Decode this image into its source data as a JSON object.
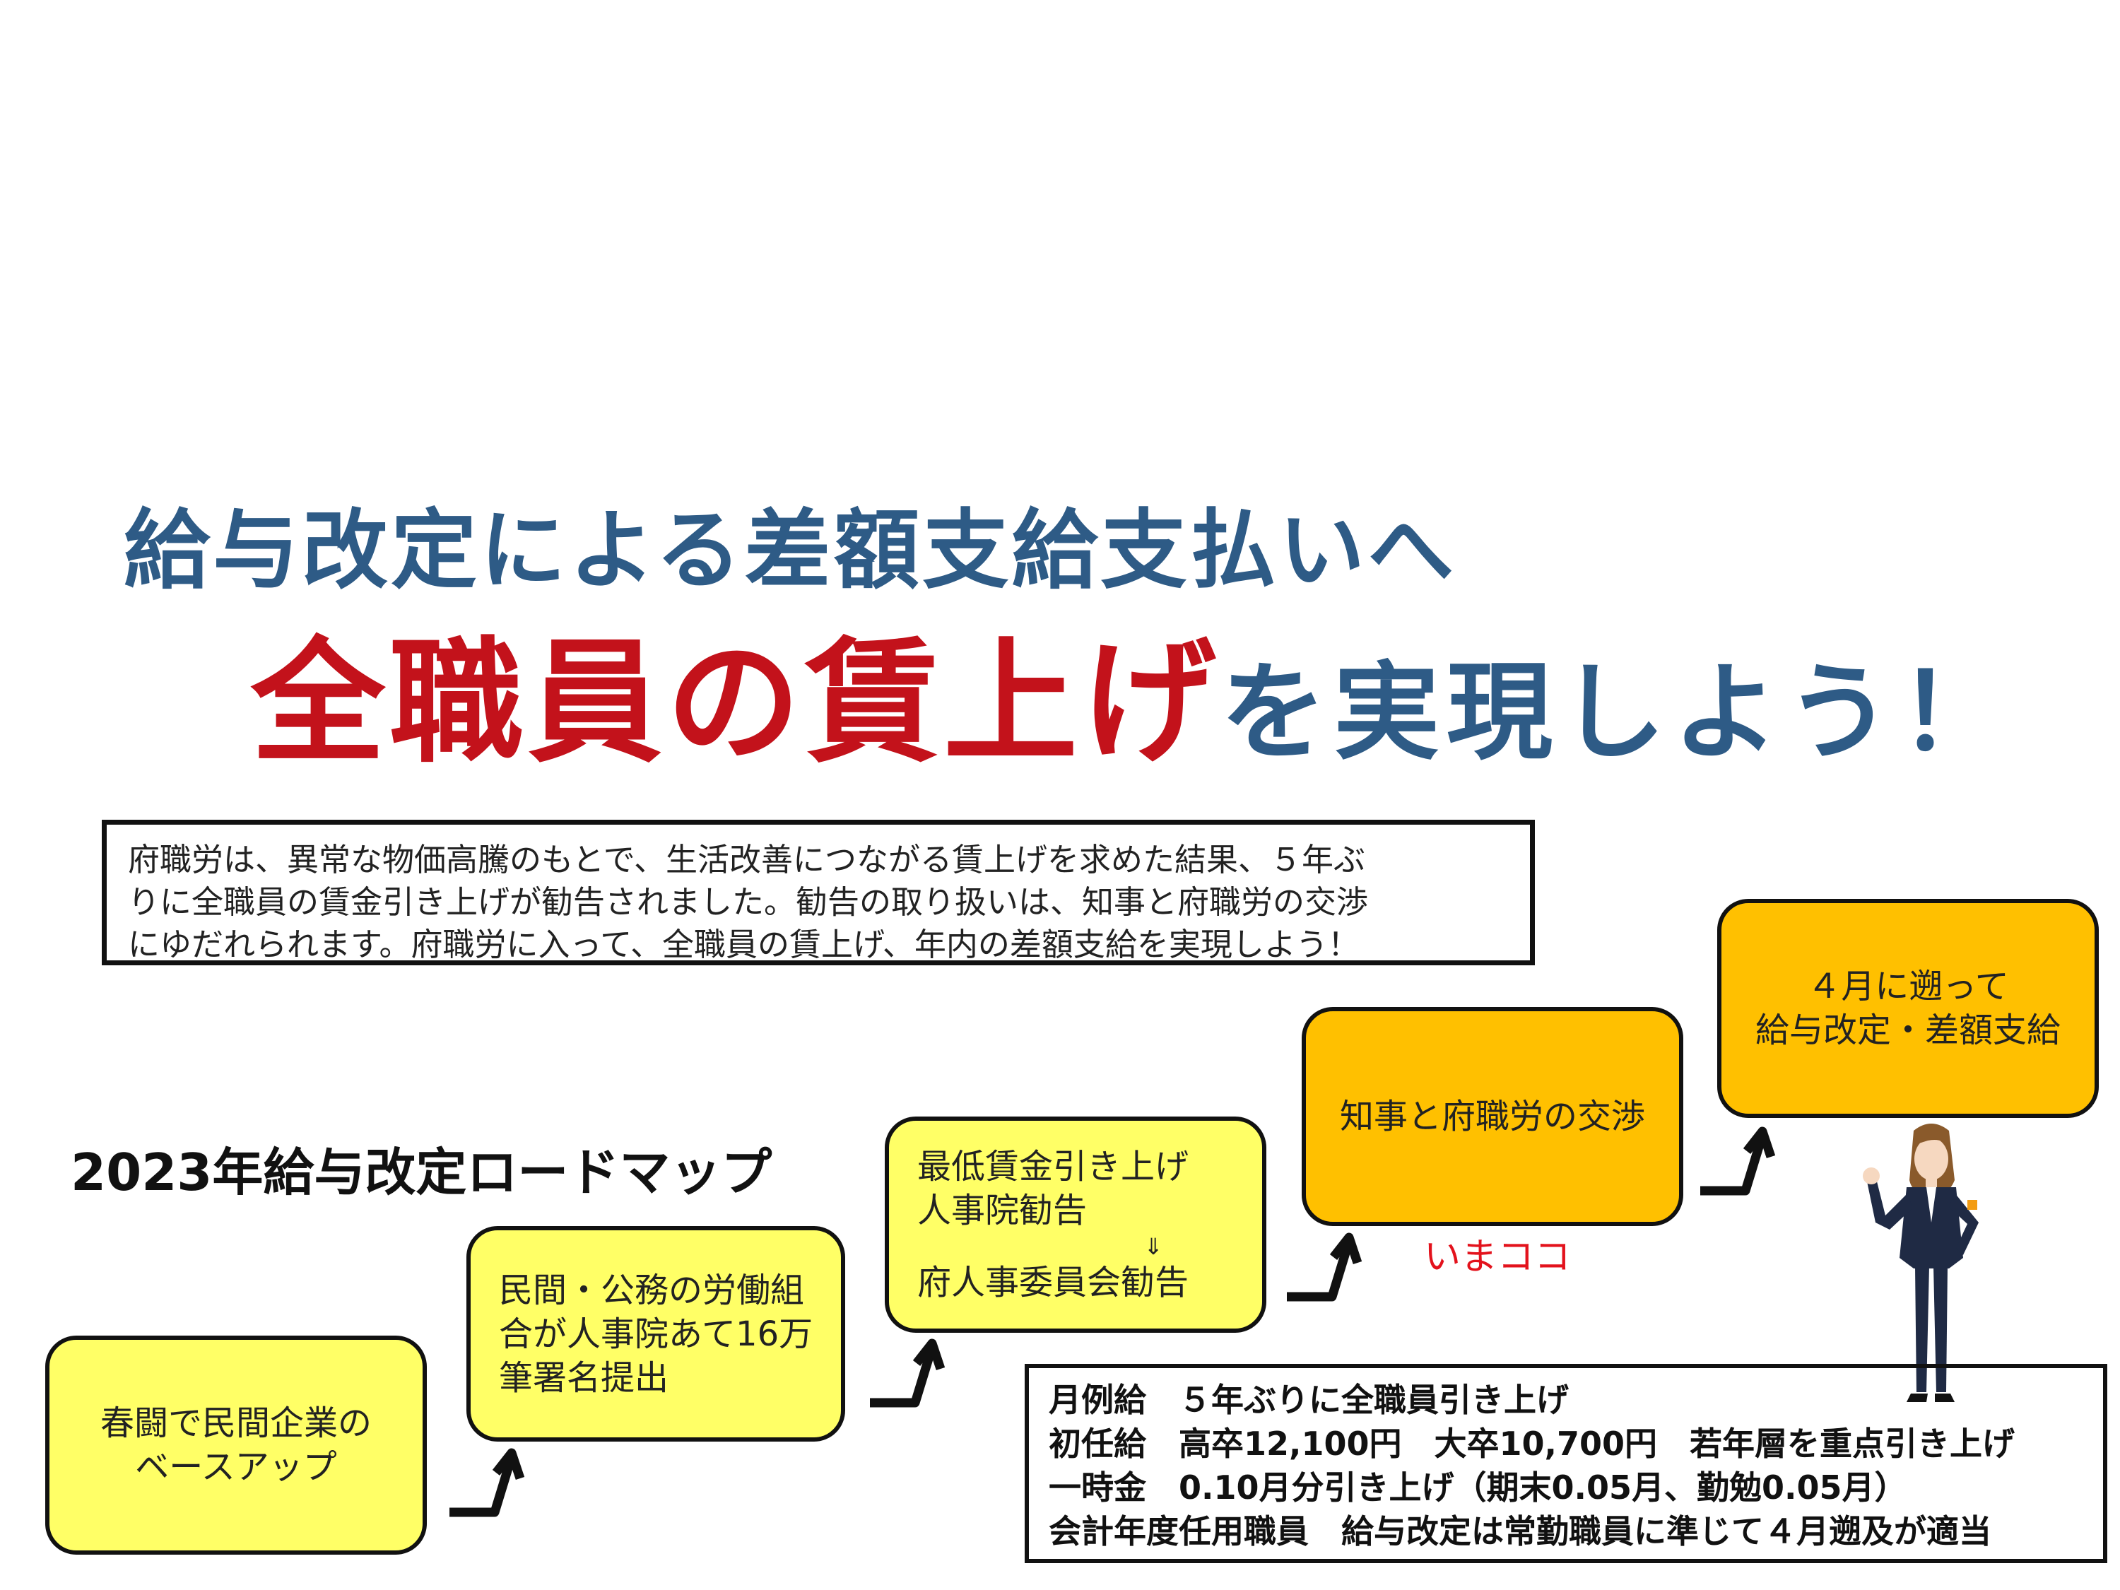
{
  "headline": {
    "line1": "給与改定による差額支給支払いへ",
    "line2_emphasis": "全職員の賃上げ",
    "line2_rest": "を実現しよう！"
  },
  "notice": {
    "lines": [
      "府職労は、異常な物価高騰のもとで、生活改善につながる賃上げを求めた結果、５年ぶ",
      "りに全職員の賃金引き上げが勧告されました。勧告の取り扱いは、知事と府職労の交渉",
      "にゆだれられます。府職労に入って、全職員の賃上げ、年内の差額支給を実現しよう！"
    ]
  },
  "roadmap": {
    "title": "2023年給与改定ロードマップ",
    "steps": [
      {
        "lines": [
          "春闘で民間企業の",
          "ベースアップ"
        ]
      },
      {
        "lines": [
          "民間・公務の労働組",
          "合が人事院あて16万",
          "筆署名提出"
        ]
      },
      {
        "lines": [
          "最低賃金引き上げ",
          "人事院勧告",
          "⇓",
          "府人事委員会勧告"
        ]
      },
      {
        "lines": [
          "知事と府職労の交渉"
        ]
      },
      {
        "lines": [
          "４月に遡って",
          "給与改定・差額支給"
        ]
      }
    ],
    "current_marker": "いまココ"
  },
  "summary": {
    "lines": [
      "月例給　５年ぶりに全職員引き上げ",
      "初任給　高卒12,100円　大卒10,700円　若年層を重点引き上げ",
      "一時金　0.10月分引き上げ（期末0.05月、勤勉0.05月）",
      "会計年度任用職員　給与改定は常勤職員に準じて４月遡及が適当"
    ]
  },
  "colors": {
    "headline_blue": "#2e5b86",
    "headline_red": "#c3121b",
    "step_yellow": "#ffff66",
    "step_orange": "#ffc000",
    "marker_red": "#e3121c"
  },
  "icons": [
    "step-arrow-icon",
    "woman-in-suit-illustration"
  ]
}
